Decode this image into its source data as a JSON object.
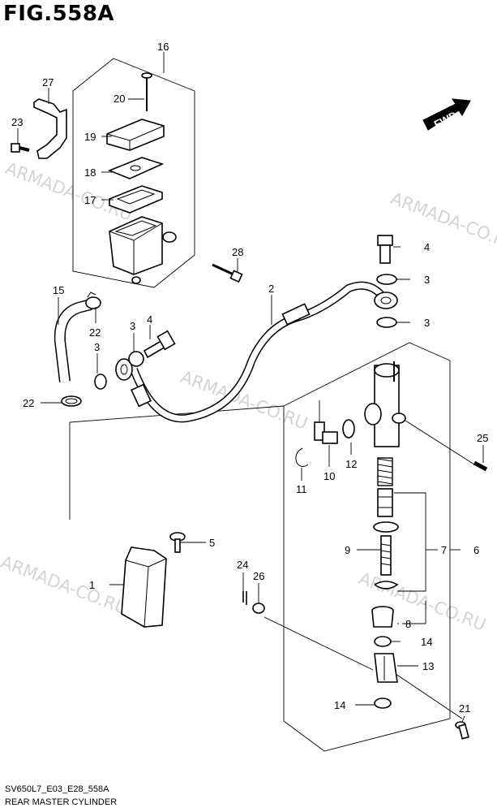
{
  "figure": {
    "title": "FIG.558A",
    "code": "SV650L7_E03_E28_558A",
    "name": "REAR MASTER CYLINDER",
    "direction": "FWD"
  },
  "watermarks": [
    "ARMADA-CO.RU",
    "ARMADA-CO.RU",
    "ARMADA-CO.RU",
    "ARMADA-CO.RU",
    "ARMADA-CO.RU"
  ],
  "callouts": [
    {
      "id": "c16",
      "label": "16"
    },
    {
      "id": "c27",
      "label": "27"
    },
    {
      "id": "c20",
      "label": "20"
    },
    {
      "id": "c23",
      "label": "23"
    },
    {
      "id": "c19",
      "label": "19"
    },
    {
      "id": "c18",
      "label": "18"
    },
    {
      "id": "c17",
      "label": "17"
    },
    {
      "id": "c28",
      "label": "28"
    },
    {
      "id": "c4a",
      "label": "4"
    },
    {
      "id": "c3a",
      "label": "3"
    },
    {
      "id": "c3b",
      "label": "3"
    },
    {
      "id": "c15",
      "label": "15"
    },
    {
      "id": "c2",
      "label": "2"
    },
    {
      "id": "c22a",
      "label": "22"
    },
    {
      "id": "c3c",
      "label": "3"
    },
    {
      "id": "c4b",
      "label": "4"
    },
    {
      "id": "c3d",
      "label": "3"
    },
    {
      "id": "c22b",
      "label": "22"
    },
    {
      "id": "c25",
      "label": "25"
    },
    {
      "id": "c12",
      "label": "12"
    },
    {
      "id": "c10",
      "label": "10"
    },
    {
      "id": "c11",
      "label": "11"
    },
    {
      "id": "c5",
      "label": "5"
    },
    {
      "id": "c7",
      "label": "7"
    },
    {
      "id": "c6",
      "label": "6"
    },
    {
      "id": "c9",
      "label": "9"
    },
    {
      "id": "c1",
      "label": "1"
    },
    {
      "id": "c24",
      "label": "24"
    },
    {
      "id": "c26",
      "label": "26"
    },
    {
      "id": "c8",
      "label": "8"
    },
    {
      "id": "c14a",
      "label": "14"
    },
    {
      "id": "c13",
      "label": "13"
    },
    {
      "id": "c14b",
      "label": "14"
    },
    {
      "id": "c21",
      "label": "21"
    }
  ]
}
